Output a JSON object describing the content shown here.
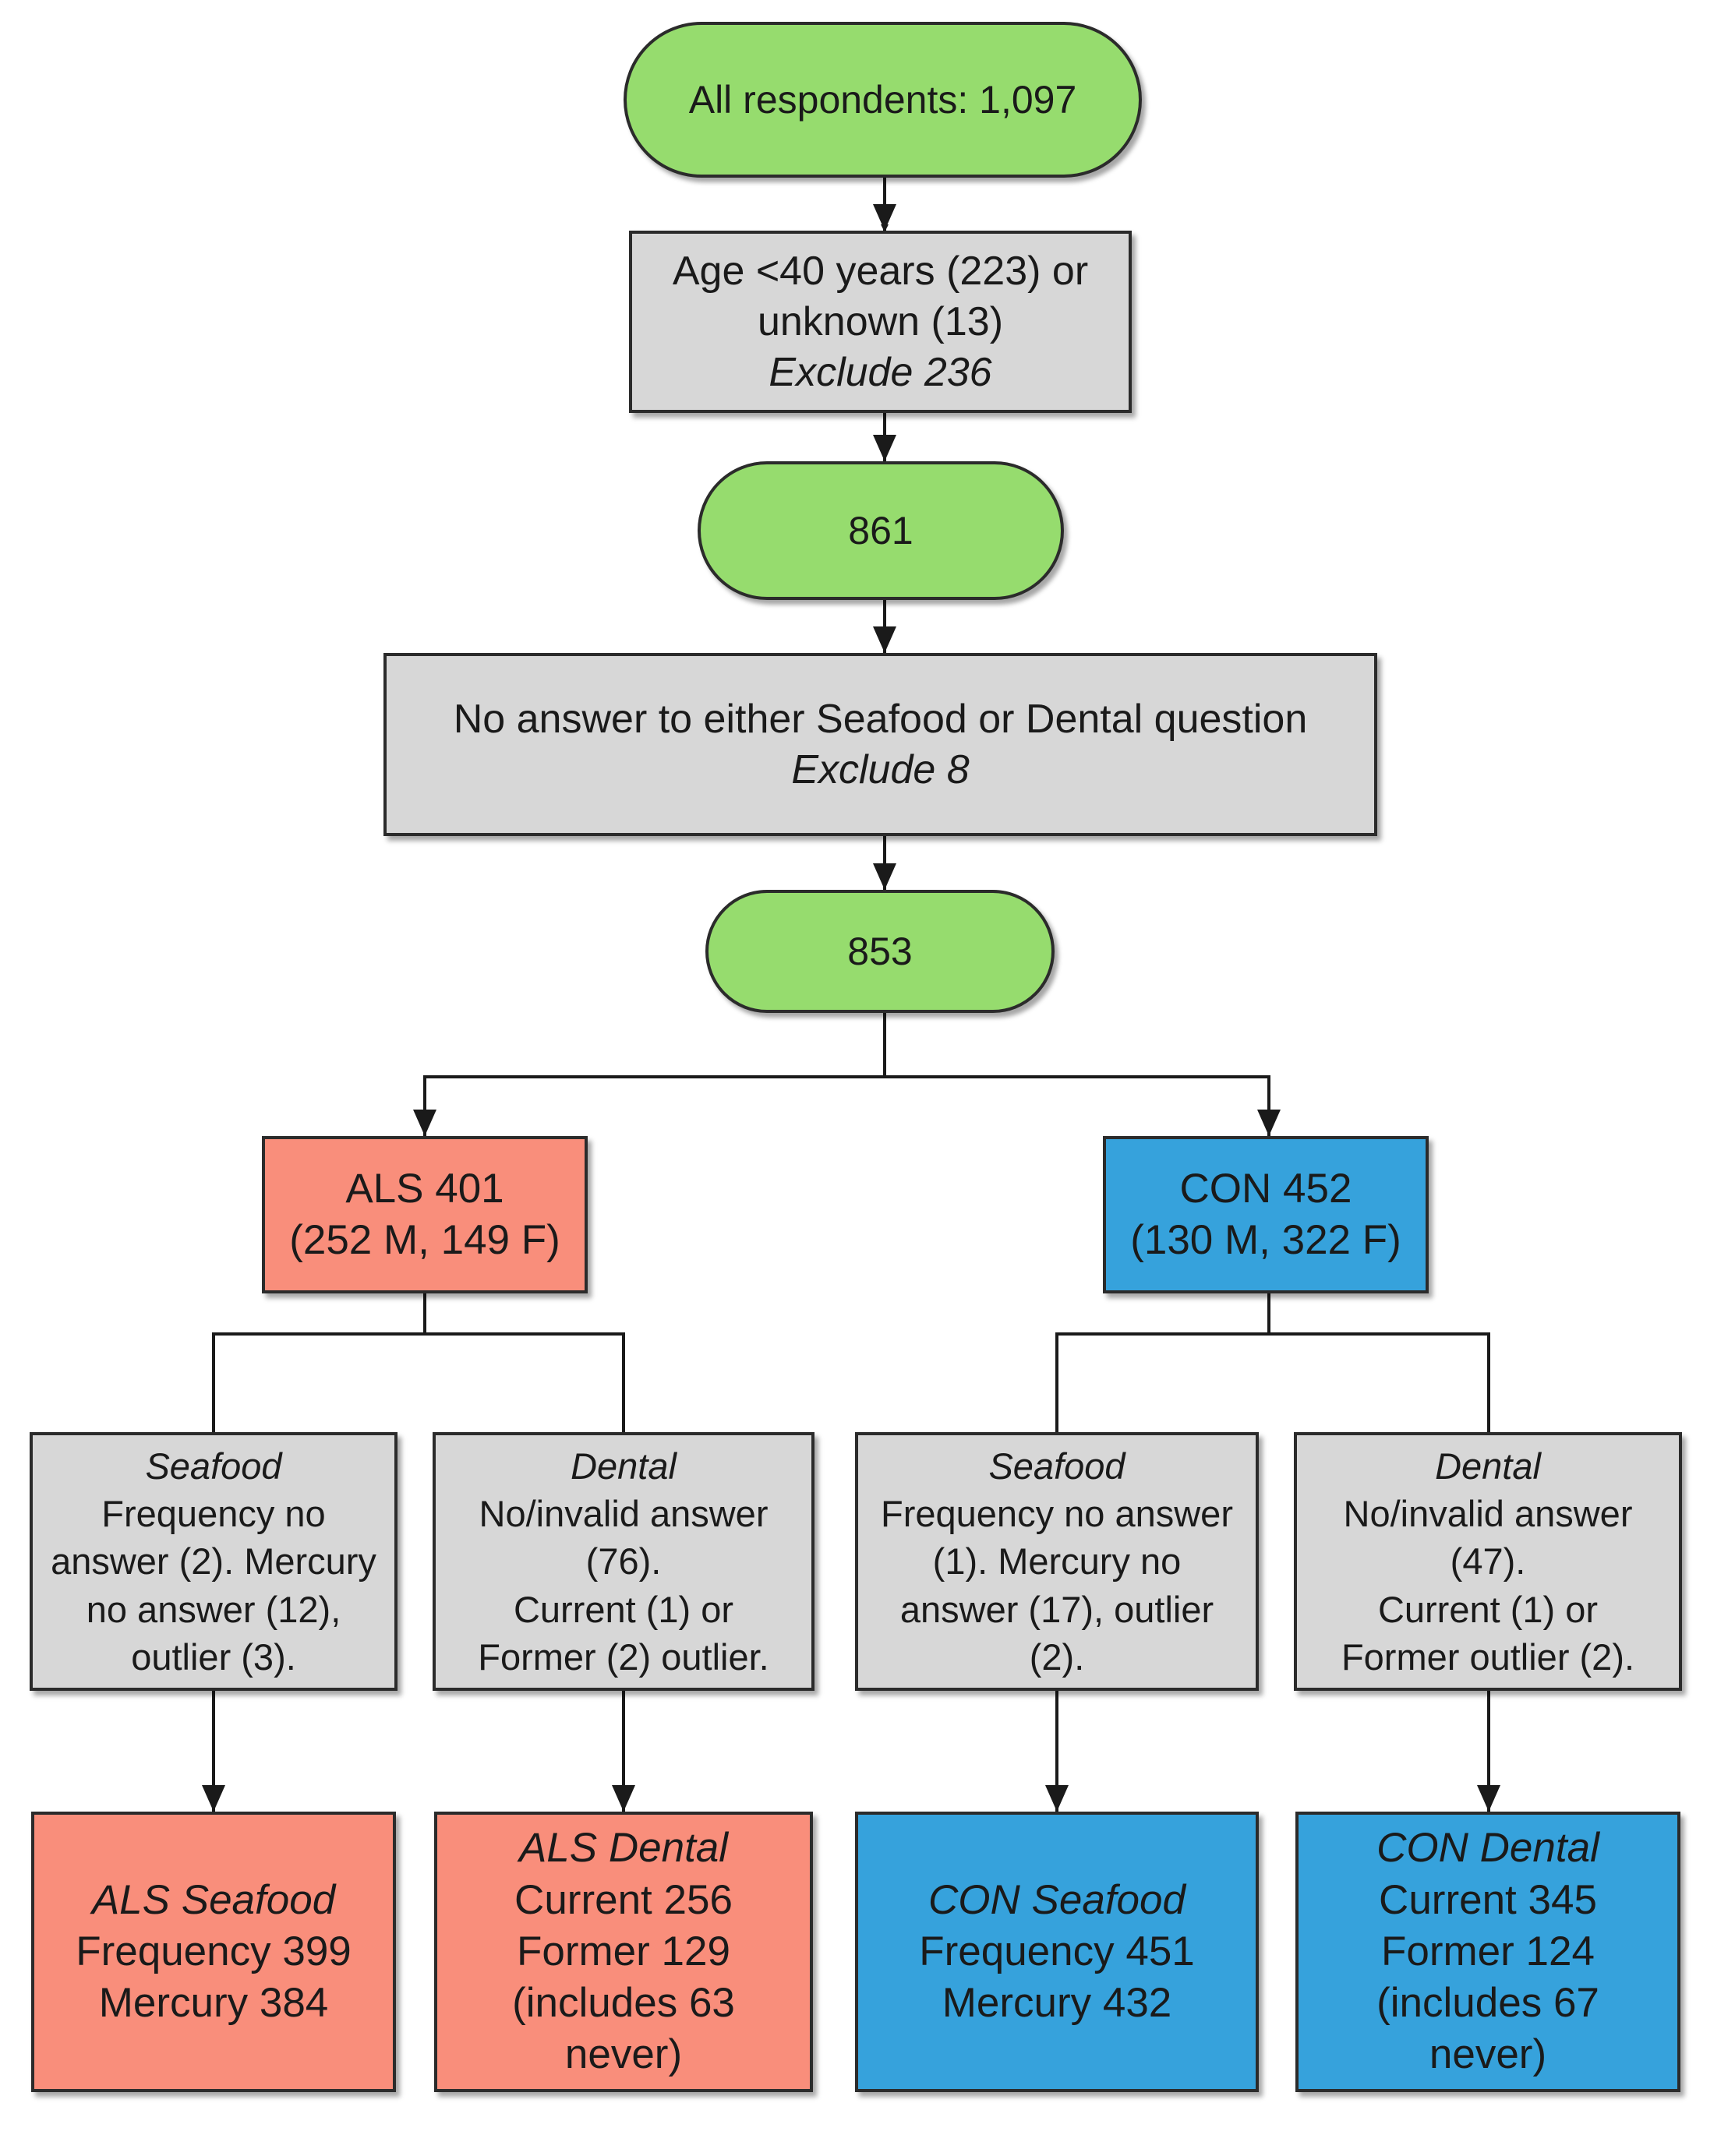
{
  "nodes": {
    "all": {
      "text": "All respondents: 1,097"
    },
    "age": {
      "line1": "Age <40 years (223) or",
      "line2": "unknown (13)",
      "line3": "Exclude 236"
    },
    "n861": {
      "text": "861"
    },
    "noanswer": {
      "line1": "No answer to either Seafood or Dental question",
      "line2": "Exclude 8"
    },
    "n853": {
      "text": "853"
    },
    "als": {
      "line1": "ALS 401",
      "line2": "(252 M, 149 F)"
    },
    "con": {
      "line1": "CON 452",
      "line2": "(130 M, 322 F)"
    },
    "als_seafood_excl": {
      "title": "Seafood",
      "l1": "Frequency no",
      "l2": "answer (2). Mercury",
      "l3": "no answer (12),",
      "l4": "outlier (3)."
    },
    "als_dental_excl": {
      "title": "Dental",
      "l1": "No/invalid answer",
      "l2": "(76).",
      "l3": "Current (1) or",
      "l4": "Former (2) outlier."
    },
    "con_seafood_excl": {
      "title": "Seafood",
      "l1": "Frequency no answer",
      "l2": "(1). Mercury no",
      "l3": "answer (17), outlier",
      "l4": "(2)."
    },
    "con_dental_excl": {
      "title": "Dental",
      "l1": "No/invalid answer",
      "l2": "(47).",
      "l3": "Current (1) or",
      "l4": "Former outlier (2)."
    },
    "als_seafood": {
      "title": "ALS Seafood",
      "l1": "Frequency 399",
      "l2": "Mercury 384"
    },
    "als_dental": {
      "title": "ALS Dental",
      "l1": "Current 256",
      "l2": "Former 129",
      "l3": "(includes 63",
      "l4": "never)"
    },
    "con_seafood": {
      "title": "CON Seafood",
      "l1": "Frequency 451",
      "l2": "Mercury 432"
    },
    "con_dental": {
      "title": "CON Dental",
      "l1": "Current 345",
      "l2": "Former 124",
      "l3": "(includes 67",
      "l4": "never)"
    }
  },
  "colors": {
    "start": "#96dc6e",
    "exclude": "#d7d7d7",
    "als": "#f98e7b",
    "con": "#36a2dc"
  }
}
